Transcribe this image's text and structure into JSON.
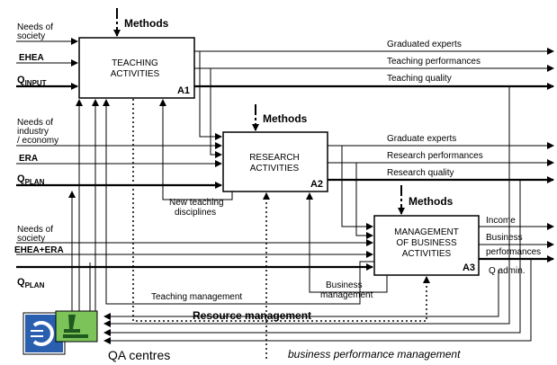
{
  "methods": {
    "a1": "Methods",
    "a2": "Methods",
    "a3": "Methods"
  },
  "boxes": {
    "a1": {
      "line1": "TEACHING",
      "line2": "ACTIVITIES",
      "id": "A1"
    },
    "a2": {
      "line1": "RESEARCH",
      "line2": "ACTIVITIES",
      "id": "A2"
    },
    "a3": {
      "line1": "MANAGEMENT",
      "line2": "OF BUSINESS",
      "line3": "ACTIVITIES",
      "id": "A3"
    }
  },
  "inputs": {
    "a1": {
      "needs1": "Needs of",
      "needs2": "society",
      "ehea": "EHEA",
      "q_main": "Q",
      "q_sub": "INPUT"
    },
    "a2": {
      "needs1": "Needs of",
      "needs2": "industry",
      "needs3": "/ economy",
      "era": "ERA",
      "q_main": "Q",
      "q_sub": "PLAN"
    },
    "a3": {
      "needs1": "Needs of",
      "needs2": "society",
      "eheaera": "EHEA+ERA",
      "q_main": "Q",
      "q_sub": "PLAN"
    }
  },
  "outputs": {
    "a1": [
      "Graduated experts",
      "Teaching performances",
      "Teaching quality"
    ],
    "a2": [
      "Graduate experts",
      "Research performances",
      "Research quality"
    ],
    "a3": {
      "income": "Income",
      "business1": "Business",
      "business2": "performances",
      "qadmin": "Q  admin."
    }
  },
  "links": {
    "new_teaching1": "New teaching",
    "new_teaching2": "disciplines",
    "teaching_mgmt": "Teaching management",
    "business_mgmt1": "Business",
    "business_mgmt2": "management",
    "resource_mgmt": "Resource management",
    "business_perf_mgmt": "business performance management"
  },
  "qa_label": "QA centres",
  "colors": {
    "logo_blue": "#2a5fb0",
    "logo_green": "#7cc35a",
    "line": "#000000"
  }
}
